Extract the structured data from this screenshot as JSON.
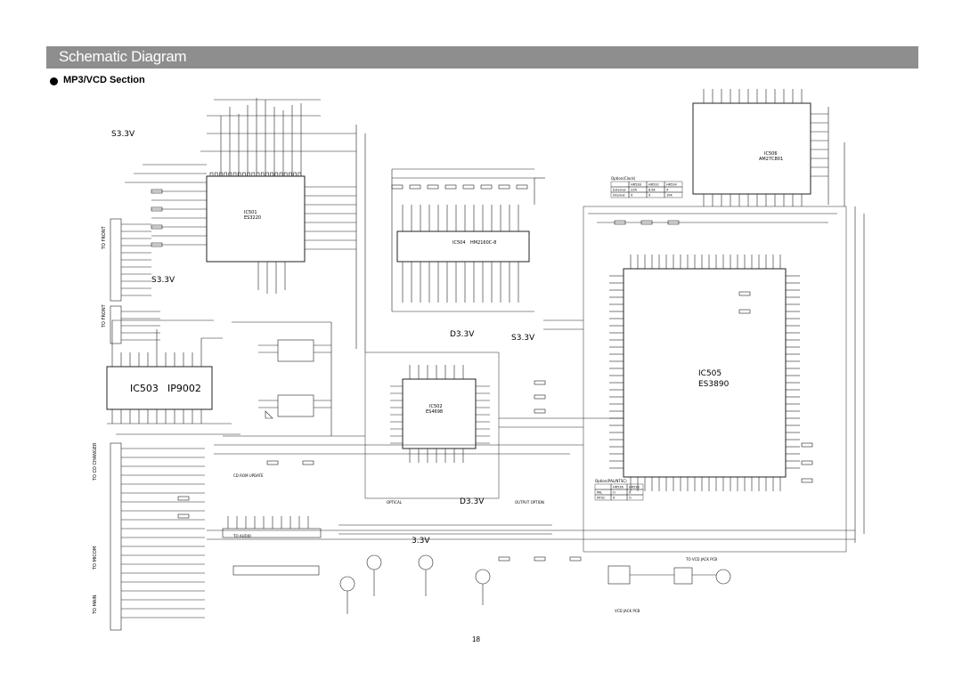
{
  "header": {
    "title": "Schematic Diagram"
  },
  "section": {
    "title": "MP3/VCD Section"
  },
  "footer": {
    "page_number": "18"
  },
  "ics": {
    "ic501": {
      "ref": "IC501",
      "part": "ES3220"
    },
    "ic503": {
      "ref": "IC503",
      "part": "IP9002"
    },
    "ic504": {
      "ref": "IC504",
      "part": "HM2160C-8"
    },
    "ic505": {
      "ref": "IC505",
      "part": "ES3890"
    },
    "ic506": {
      "ref": "IC506",
      "part": "AM27C801"
    },
    "ic502": {
      "ref": "IC502",
      "part": "ES4698"
    }
  },
  "rails": {
    "s33v": "S3.3V",
    "d33v": "D3.3V",
    "v33": "3.3V"
  },
  "connector_labels": {
    "left_upper": "TO FRONT",
    "left_middle": "TO FRONT",
    "left_cd_changer": "TO CD CHANGER",
    "left_micom": "TO MICOM",
    "left_main": "TO MAIN"
  },
  "optional_tables": {
    "clock": {
      "title": "Option(Clock)",
      "headers": [
        "",
        "HR528",
        "HR532",
        "HR534"
      ],
      "rows": [
        [
          "External",
          "22R",
          "8.6k",
          "X"
        ],
        [
          "Internal",
          "X",
          "X",
          "10K"
        ]
      ]
    },
    "pal_ntsc": {
      "title": "Option(PAL/NTSC)",
      "headers": [
        "",
        "HR536",
        "HR538"
      ],
      "rows": [
        [
          "PAL",
          "O",
          "X"
        ],
        [
          "NTSC",
          "X",
          "O"
        ]
      ]
    }
  },
  "misc_labels": {
    "cd_rom_update": "CD ROM UPDATE",
    "vcd_jack": "VCD JACK PCB",
    "optical": "OPTICAL",
    "to_audio": "TO AUDIO",
    "to_vcd_jack": "TO VCD JACK PCB",
    "output_option": "OUTPUT OPTION"
  }
}
